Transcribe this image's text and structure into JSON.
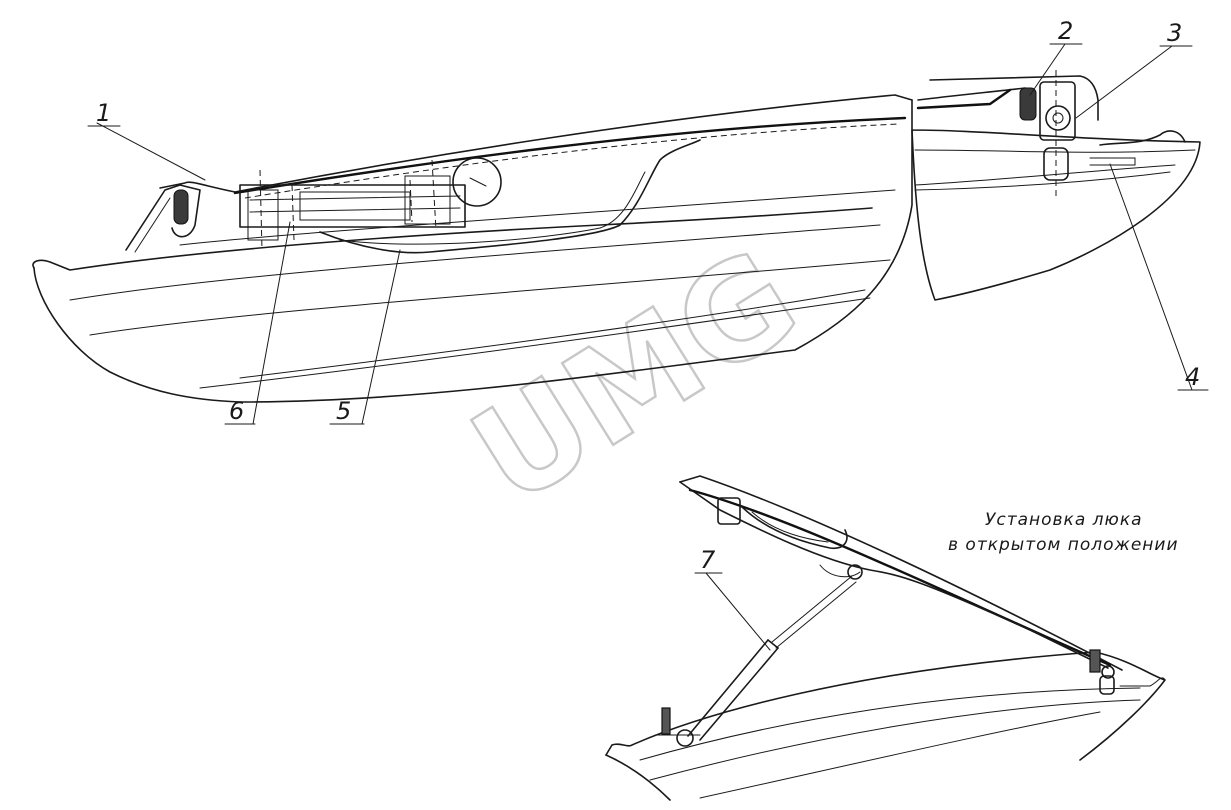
{
  "callouts": [
    {
      "number": "1"
    },
    {
      "number": "2"
    },
    {
      "number": "3"
    },
    {
      "number": "4"
    },
    {
      "number": "5"
    },
    {
      "number": "6"
    },
    {
      "number": "7"
    }
  ],
  "caption": {
    "line1": "Установка люка",
    "line2": "в открытом положении"
  },
  "watermark": {
    "text": "UMG"
  }
}
